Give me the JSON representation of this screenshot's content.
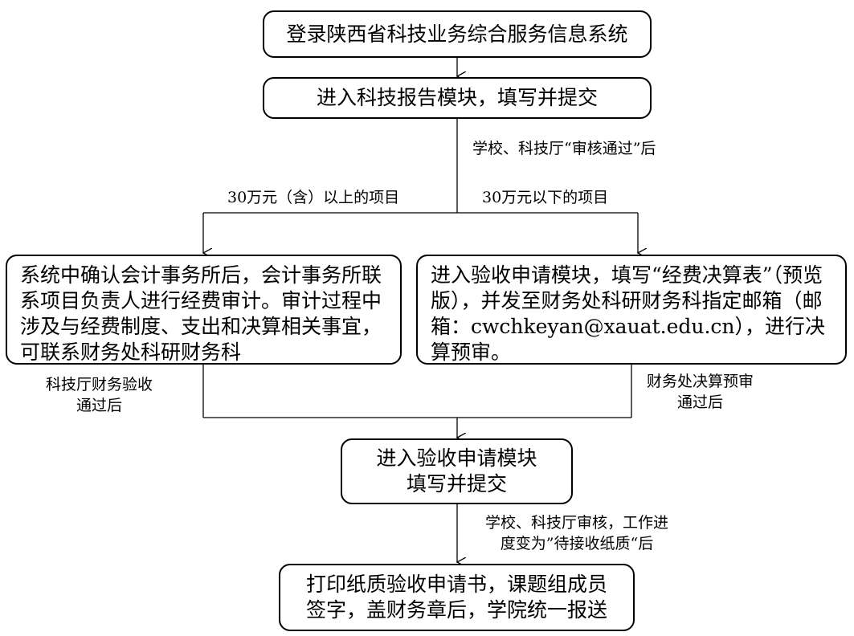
{
  "nodes": {
    "login": "登录陕西省科技业务综合服务信息系统",
    "report": "进入科技报告模块，填写并提交",
    "audit_left": "系统中确认会计事务所后，会计事务所联系项目负责人进行经费审计。审计过程中涉及与经费制度、支出和决算相关事宜，可联系财务处科研财务科",
    "budget_right": "进入验收申请模块，填写“经费决算表”（预览版），并发至财务处科研财务科指定邮箱（邮箱：cwchkeyan@xauat.edu.cn），进行决算预审。",
    "accept_apply": "进入验收申请模块\n填写并提交",
    "print": "打印纸质验收申请书，课题组成员\n签字，盖财务章后，学院统一报送"
  },
  "edge_labels": {
    "approved": "学校、科技厅“审核通过”后",
    "over_30": "30万元（含）以上的项目",
    "under_30": "30万元以下的项目",
    "dept_pass": "科技厅财务验收\n通过后",
    "finance_pass": "财务处决算预审\n通过后",
    "review": "学校、科技厅审核，工作进\n度变为”待接收纸质“后"
  }
}
